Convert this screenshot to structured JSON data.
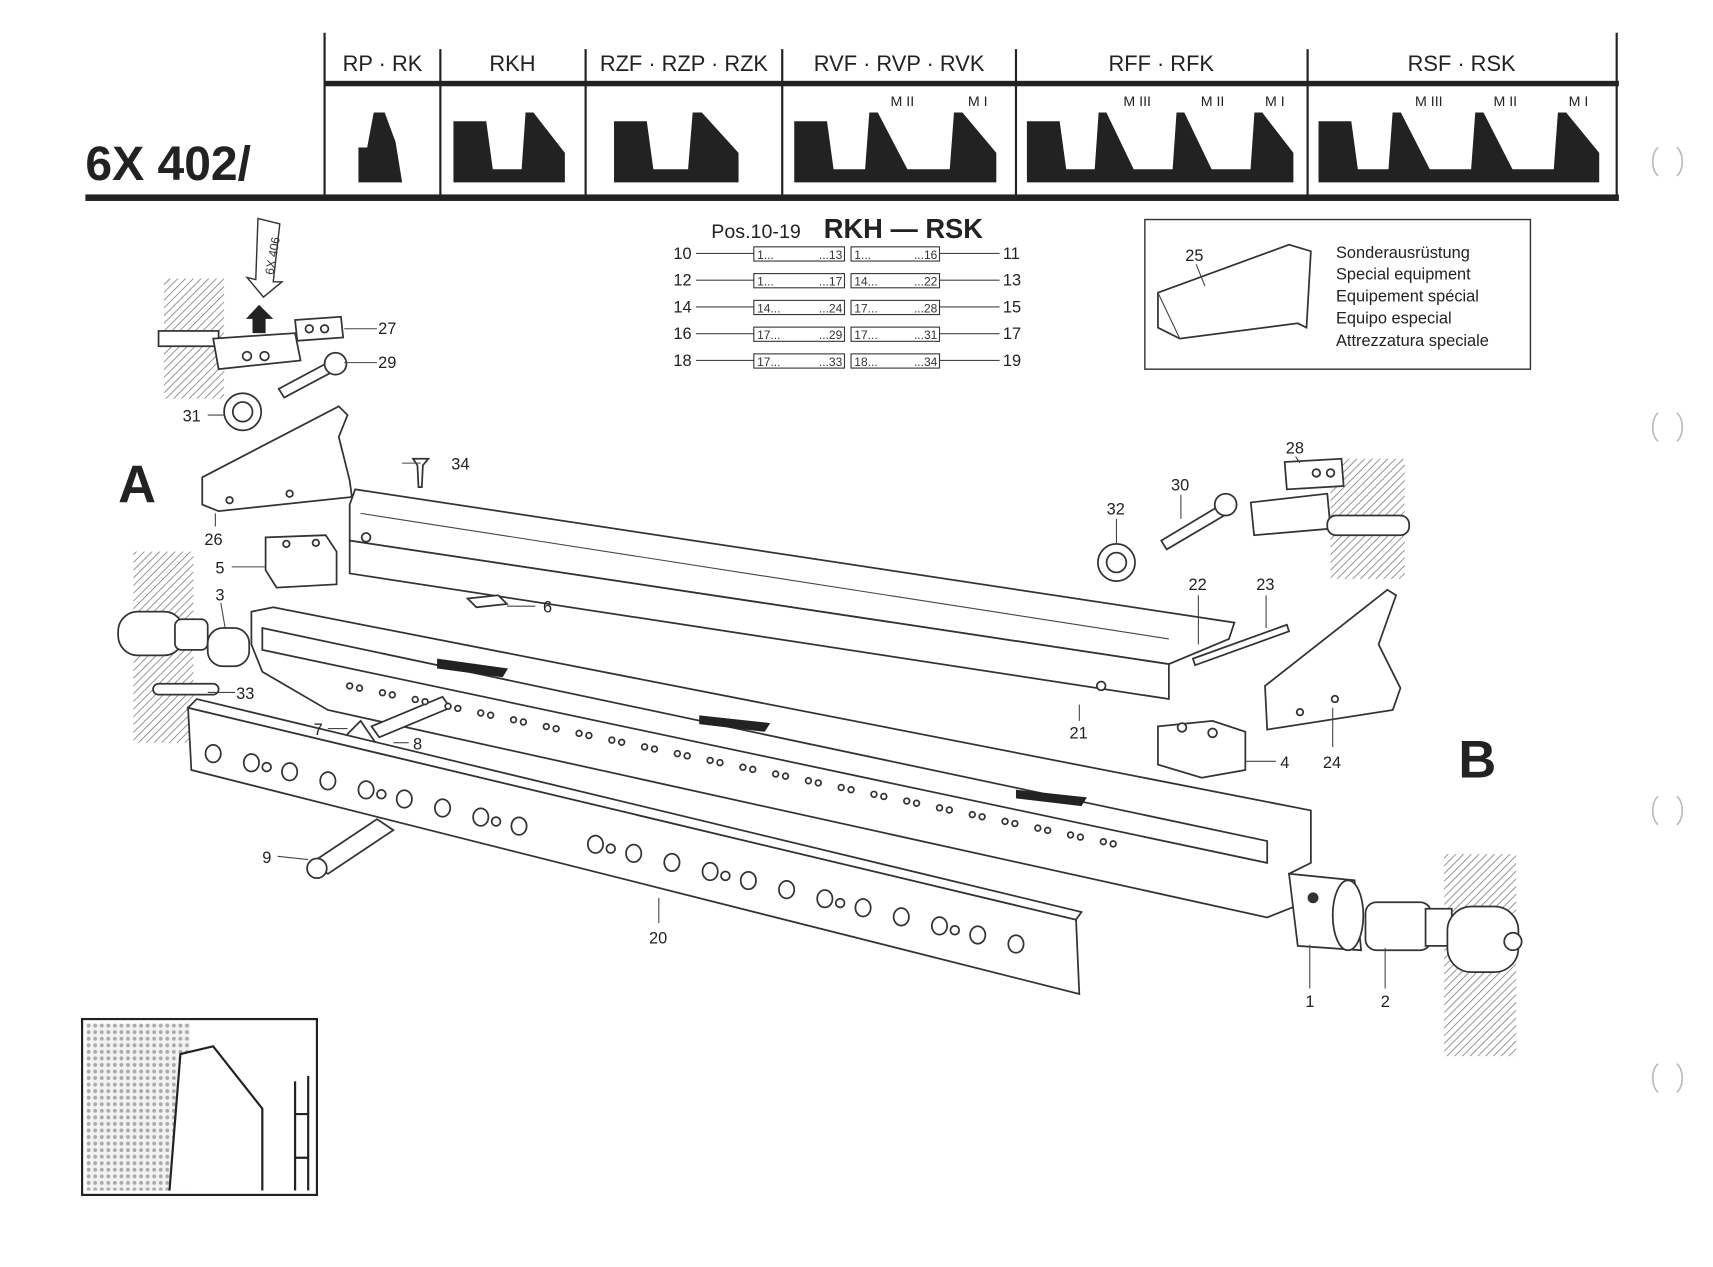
{
  "header": {
    "model": "6X 402/",
    "columns": [
      {
        "label": "RP · RK",
        "sublabels": []
      },
      {
        "label": "RKH",
        "sublabels": []
      },
      {
        "label": "RZF · RZP · RZK",
        "sublabels": []
      },
      {
        "label": "RVF · RVP · RVK",
        "sublabels": [
          "M II",
          "M I"
        ]
      },
      {
        "label": "RFF · RFK",
        "sublabels": [
          "M III",
          "M II",
          "M I"
        ]
      },
      {
        "label": "RSF · RSK",
        "sublabels": [
          "M III",
          "M II",
          "M I"
        ]
      }
    ]
  },
  "pos_table": {
    "prefix": "Pos.10-19",
    "title": "RKH — RSK",
    "rows": [
      {
        "left": "10",
        "a_from": "1...",
        "a_to": "...13",
        "b_from": "1...",
        "b_to": "...16",
        "right": "11"
      },
      {
        "left": "12",
        "a_from": "1...",
        "a_to": "...17",
        "b_from": "14...",
        "b_to": "...22",
        "right": "13"
      },
      {
        "left": "14",
        "a_from": "14...",
        "a_to": "...24",
        "b_from": "17...",
        "b_to": "...28",
        "right": "15"
      },
      {
        "left": "16",
        "a_from": "17...",
        "a_to": "...29",
        "b_from": "17...",
        "b_to": "...31",
        "right": "17"
      },
      {
        "left": "18",
        "a_from": "17...",
        "a_to": "...33",
        "b_from": "18...",
        "b_to": "...34",
        "right": "19"
      }
    ]
  },
  "special_equipment": {
    "part": "25",
    "lines": [
      "Sonderausrüstung",
      "Special equipment",
      "Equipement spécial",
      "Equipo especial",
      "Attrezzatura speciale"
    ]
  },
  "section_labels": {
    "a": "A",
    "b": "B"
  },
  "arrow_label": "6X 406",
  "callouts": {
    "p1": "1",
    "p2": "2",
    "p3": "3",
    "p4": "4",
    "p5": "5",
    "p6": "6",
    "p7": "7",
    "p8": "8",
    "p9": "9",
    "p20": "20",
    "p21": "21",
    "p22": "22",
    "p23": "23",
    "p24": "24",
    "p26": "26",
    "p27": "27",
    "p28": "28",
    "p29": "29",
    "p30": "30",
    "p31": "31",
    "p32": "32",
    "p33": "33",
    "p34": "34"
  }
}
